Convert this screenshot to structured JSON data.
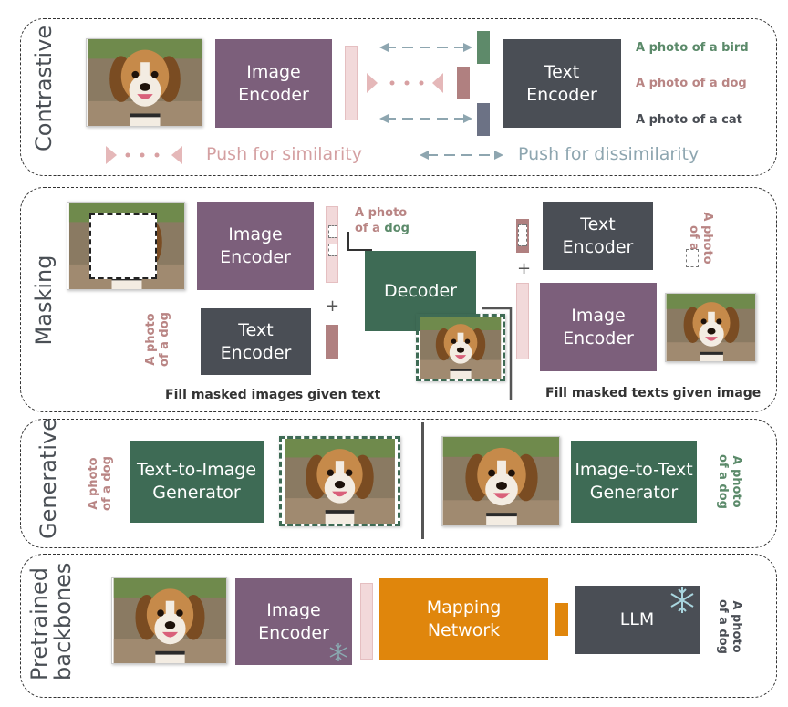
{
  "panels": {
    "contrastive": {
      "label": "Contrastive",
      "image_encoder": "Image\nEncoder",
      "text_encoder": "Text\nEncoder",
      "captions": [
        "A photo of a bird",
        "A photo of a dog",
        "A photo of a cat"
      ],
      "legend_similarity": "Push for similarity",
      "legend_dissimilarity": "Push for dissimilarity"
    },
    "masking": {
      "label": "Masking",
      "image_encoder": "Image\nEncoder",
      "text_encoder": "Text\nEncoder",
      "decoder": "Decoder",
      "text_encoder_right": "Text\nEncoder",
      "image_encoder_right": "Image\nEncoder",
      "caption_top_prefix": "A photo",
      "caption_top_suffix_a": "of a ",
      "caption_top_suffix_b": "dog",
      "caption_left": "A photo\nof a dog",
      "caption_right": "A photo\nof a",
      "plus": "+",
      "fill_images": "Fill masked images given text",
      "fill_texts": "Fill masked texts given image"
    },
    "generative": {
      "label": "Generative",
      "t2i": "Text-to-Image\nGenerator",
      "i2t": "Image-to-Text\nGenerator",
      "caption_left": "A photo\nof a dog",
      "caption_right": "A photo\nof a dog"
    },
    "pretrained": {
      "label": "Pretrained\nbackbones",
      "image_encoder": "Image\nEncoder",
      "mapping": "Mapping\nNetwork",
      "llm": "LLM",
      "caption": "A photo\nof a dog"
    }
  },
  "colors": {
    "purple": "#7c5f7b",
    "dark": "#4a4e55",
    "green": "#3e6b55",
    "orange": "#e0860c",
    "pink": "#b98584",
    "green_text": "#5b8a6a",
    "blue_grey": "#8ea6b0"
  }
}
